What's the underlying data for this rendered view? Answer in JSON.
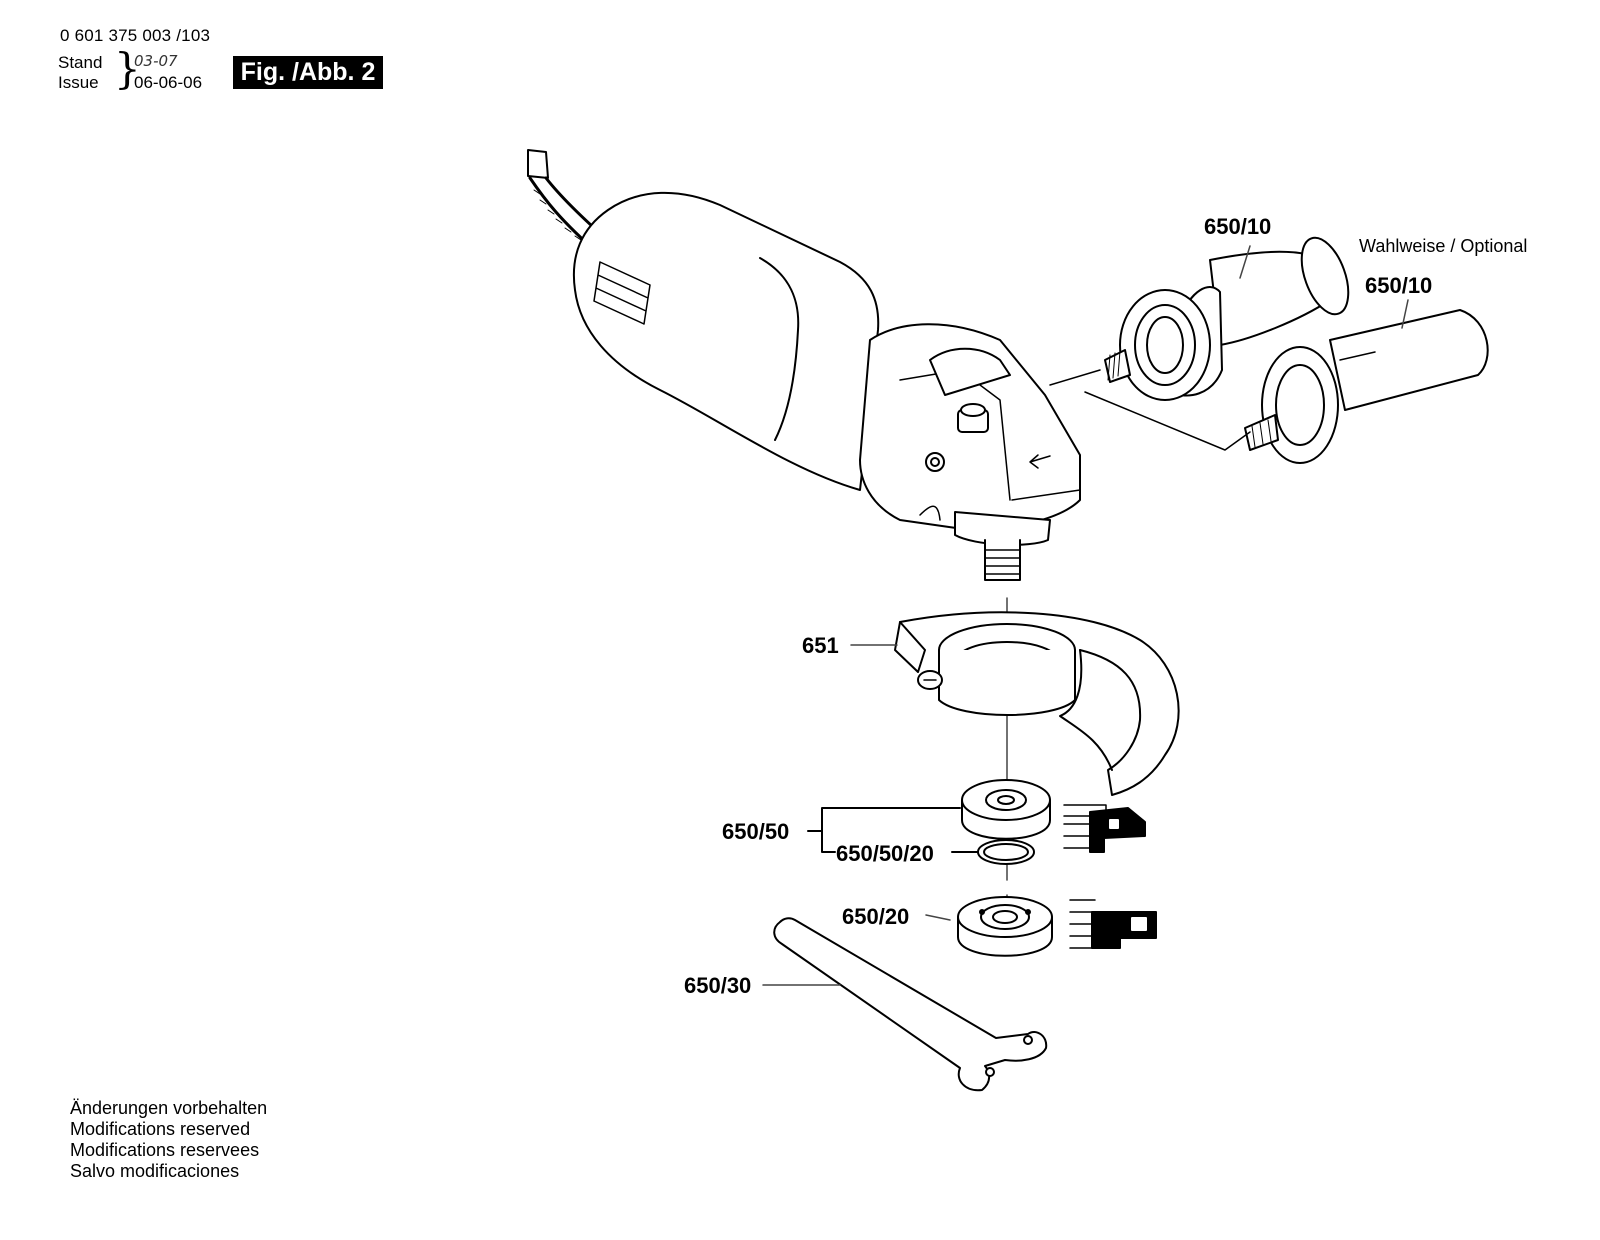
{
  "header": {
    "part_number": "0 601 375 003 /103",
    "stand_label": "Stand",
    "issue_label": "Issue",
    "stand_value": "03-07",
    "issue_value": "06-06-06",
    "figure_label": "Fig. /Abb. 2"
  },
  "optional_label": "Wahlweise / Optional",
  "callouts": {
    "handle_a": "650/10",
    "handle_b": "650/10",
    "guard": "651",
    "flange_assembly": "650/50",
    "o_ring": "650/50/20",
    "clamping_nut": "650/20",
    "spanner": "650/30"
  },
  "footer": [
    "Änderungen vorbehalten",
    "Modifications reserved",
    "Modifications reservees",
    "Salvo modificaciones"
  ]
}
